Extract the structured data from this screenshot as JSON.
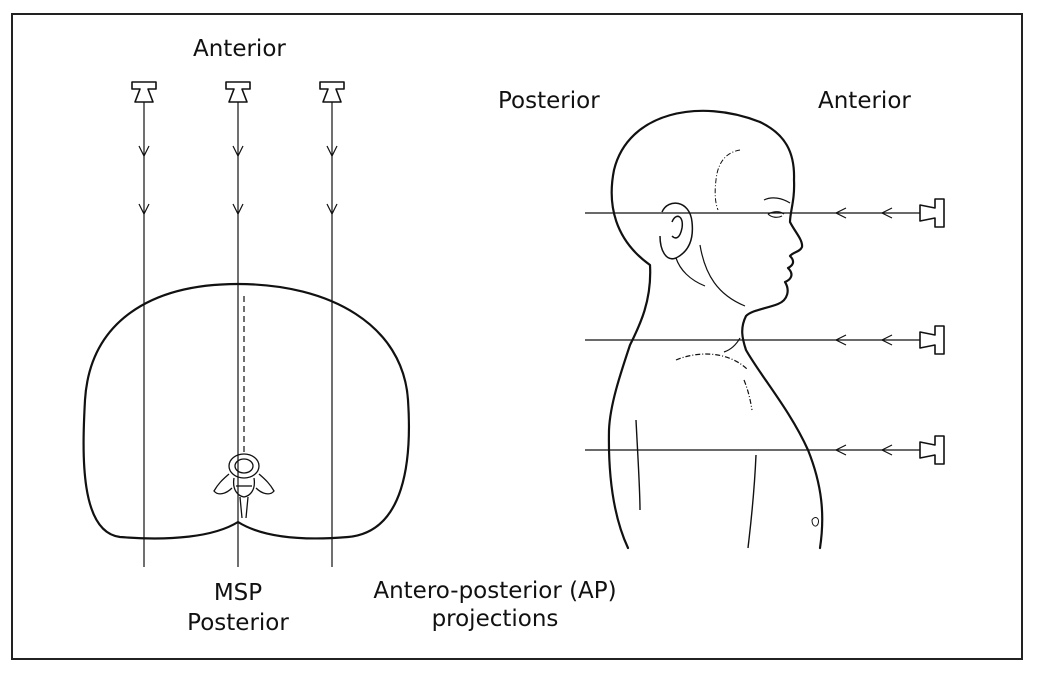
{
  "labels": {
    "left_anterior": "Anterior",
    "right_posterior": "Posterior",
    "right_anterior": "Anterior",
    "msp": "MSP",
    "left_posterior": "Posterior",
    "caption_line1": "Antero-posterior (AP)",
    "caption_line2": "projections"
  },
  "colors": {
    "stroke": "#111111",
    "background": "#ffffff"
  }
}
